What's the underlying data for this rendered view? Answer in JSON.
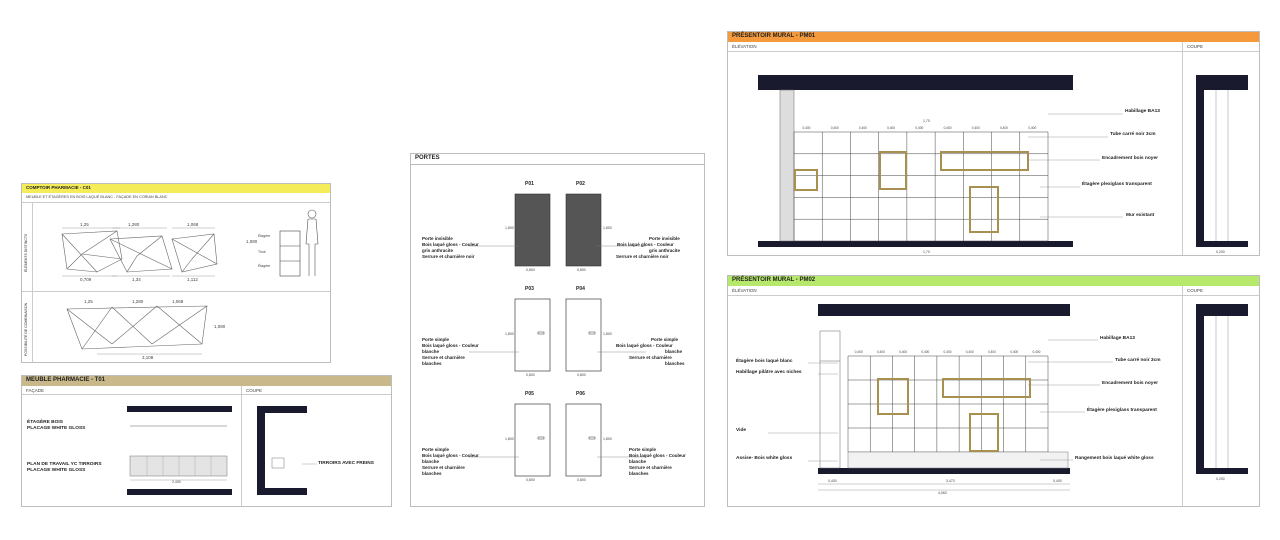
{
  "comptoir": {
    "title": "COMPTOIR PHARMACIE - C01",
    "subtitle": "MEUBLE ET ÉTAGÈRES EN BOIS LAQUÉ BLANC - FAÇADE EN CORIAN BLANC",
    "side_label_1": "ÉLÉMENTS DISTINCTS",
    "side_label_2": "POSSIBILITÉ DE COMBINAISON",
    "dims_top": [
      "1,25",
      "1,280",
      "1,068"
    ],
    "dims_bottom": [
      "0,709",
      "1,34",
      "1,112"
    ],
    "dims_combo": [
      "1,25",
      "1,280",
      "1,068"
    ],
    "dim_combo_total": "3,108",
    "dim_combo_height": "1,080",
    "dim_height": "1,080",
    "side_labels": [
      "Étagère",
      "Tiroir",
      "Étagère"
    ]
  },
  "meuble": {
    "title": "MEUBLE PHARMACIE - T01",
    "facade": "FAÇADE",
    "coupe": "COUPE",
    "label_etagere": [
      "ÉTAGÈRE BOIS",
      "PLACAGE WHITE GLOSS"
    ],
    "label_plan": [
      "PLAN DE TRAVAIL YC TIRROIRS",
      "PLACAGE WHITE GLOSS"
    ],
    "label_tiroirs": "TIRROIRS AVEC FREINS",
    "dim_width": "2,400"
  },
  "portes": {
    "title": "PORTES",
    "doors": [
      {
        "code": "P01",
        "lines": [
          "Porte invisible",
          "Bois laqué gloss - Couleur",
          "gris anthracite",
          "Serrure et charnière noir"
        ]
      },
      {
        "code": "P02",
        "lines": [
          "Porte invisible",
          "Bois laqué gloss - Couleur",
          "gris anthracite",
          "Serrure et charnière noir"
        ]
      },
      {
        "code": "P03",
        "lines": [
          "Porte simple",
          "Bois laqué gloss - Couleur",
          "blanche",
          "Serrure et charnière",
          "blanches"
        ]
      },
      {
        "code": "P04",
        "lines": [
          "Porte simple",
          "Bois laqué gloss - Couleur",
          "blanche",
          "Serrure et charnière",
          "blanches"
        ]
      },
      {
        "code": "P05",
        "lines": [
          "Porte simple",
          "Bois laqué gloss - Couleur",
          "blanche",
          "Serrure et charnière",
          "blanches"
        ]
      },
      {
        "code": "P06",
        "lines": [
          "Porte simple",
          "Bois laqué gloss - Couleur",
          "blanche",
          "Serrure et charnière",
          "blanches"
        ]
      }
    ],
    "door_width": "0,800",
    "door_height": "1,800"
  },
  "pm01": {
    "title": "PRÉSENTOIR MURAL - PM01",
    "elevation": "ÉLÉVATION",
    "coupe": "COUPE",
    "labels": [
      "Habillage BA13",
      "Tube carré noir 3cm",
      "Encadrement bois noyer",
      "Étagère plexiglass transparent",
      "Mur existant"
    ],
    "dim_top": "1,70",
    "dim_bottom": "1,70",
    "dims_row": [
      "0,400",
      "0,400",
      "0,400",
      "0,400",
      "0,400",
      "0,400",
      "0,400",
      "0,400",
      "0,400"
    ],
    "dim_coupe": "0,200"
  },
  "pm02": {
    "title": "PRÉSENTOIR MURAL - PM02",
    "elevation": "ÉLÉVATION",
    "coupe": "COUPE",
    "left_labels": [
      "Étagère bois laqué blanc",
      "Habillage pilâtre avec niches",
      "Vide",
      "Assise- Bois white gloss"
    ],
    "right_labels": [
      "Habillage BA13",
      "Tube carré noir 3cm",
      "Encadrement bois noyer",
      "Étagère plexiglass transparent",
      "Rangement bois laqué white gloss"
    ],
    "dims_row": [
      "0,400",
      "0,400",
      "0,400",
      "0,400",
      "0,400",
      "0,400",
      "0,400",
      "0,400",
      "0,400"
    ],
    "dim_bottom_1": "0,400",
    "dim_bottom_2": "3,473",
    "dim_bottom_3": "0,400",
    "dim_total": "4,063",
    "dim_coupe": "0,200"
  },
  "colors": {
    "comptoir_header": "#f5ec5a",
    "meuble_header": "#c8b88a",
    "pm01_header": "#f59a3c",
    "pm02_header": "#b5e86b",
    "dark": "#1a1a2e",
    "door_dark": "#555555",
    "walnut": "#a89050"
  }
}
